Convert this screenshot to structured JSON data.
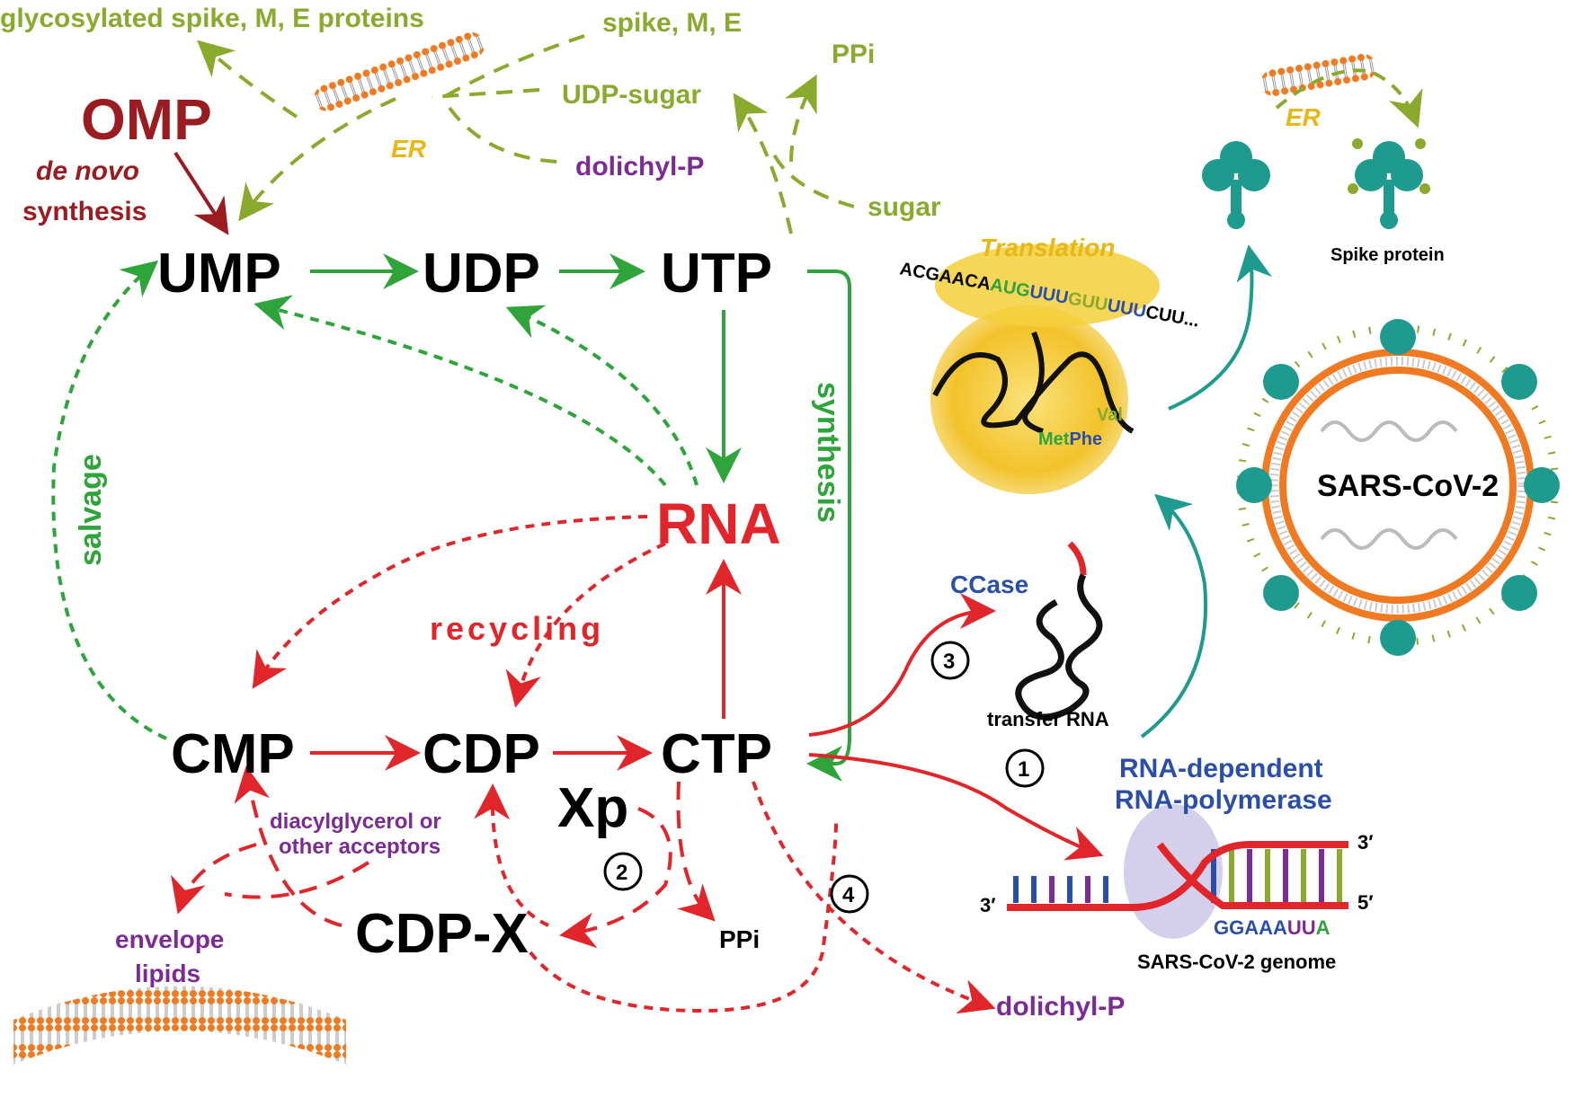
{
  "labels": {
    "glyco": "glycosylated spike, M, E proteins",
    "spike_me": "spike, M, E",
    "ppi_top": "PPi",
    "udp_sugar": "UDP-sugar",
    "dolichyl_top": "dolichyl-P",
    "sugar": "sugar",
    "er_left": "ER",
    "er_right": "ER",
    "omp": "OMP",
    "de_novo": "de novo",
    "synthesis_omp": "synthesis",
    "ump": "UMP",
    "udp": "UDP",
    "utp": "UTP",
    "rna": "RNA",
    "cmp": "CMP",
    "cdp": "CDP",
    "ctp": "CTP",
    "xp": "Xp",
    "cdpx": "CDP-X",
    "ppi_bottom": "PPi",
    "salvage": "salvage",
    "synthesis_vertical": "synthesis",
    "recycling": "recycling",
    "acceptors_line1": "diacylglycerol or",
    "acceptors_line2": "other acceptors",
    "envelope_line1": "envelope",
    "envelope_line2": "lipids",
    "dolichyl_bottom": "dolichyl-P",
    "ccase": "CCase",
    "trna": "transfer RNA",
    "step1": "1",
    "step2": "2",
    "step3": "3",
    "step4": "4",
    "rdrp_line1": "RNA-dependent",
    "rdrp_line2": "RNA-polymerase",
    "genome": "SARS-CoV-2 genome",
    "three_prime_top": "3′",
    "five_prime": "5′",
    "three_prime_left": "3′",
    "translation": "Translation",
    "mrna_1": "ACGAACA",
    "mrna_aug": "AUG",
    "mrna_uuu": "UUU",
    "mrna_guu": "GUU",
    "mrna_uuu2": "UUU",
    "mrna_tail": "CUU...",
    "aa_met": "Met",
    "aa_phe": "Phe",
    "aa_val": "Val",
    "spike_protein": "Spike protein",
    "sars": "SARS-CoV-2",
    "seq_gga": "GGAAA",
    "seq_uu": "UU",
    "seq_a": "A"
  },
  "colors": {
    "olive": "#8aaa2e",
    "green": "#2ea43b",
    "red": "#e0262a",
    "dark_red": "#9b1c20",
    "purple": "#7b2b93",
    "blue": "#2b4fa8",
    "teal": "#1f9a8e",
    "gold": "#e8b716",
    "membrane_orange": "#f07a21"
  }
}
